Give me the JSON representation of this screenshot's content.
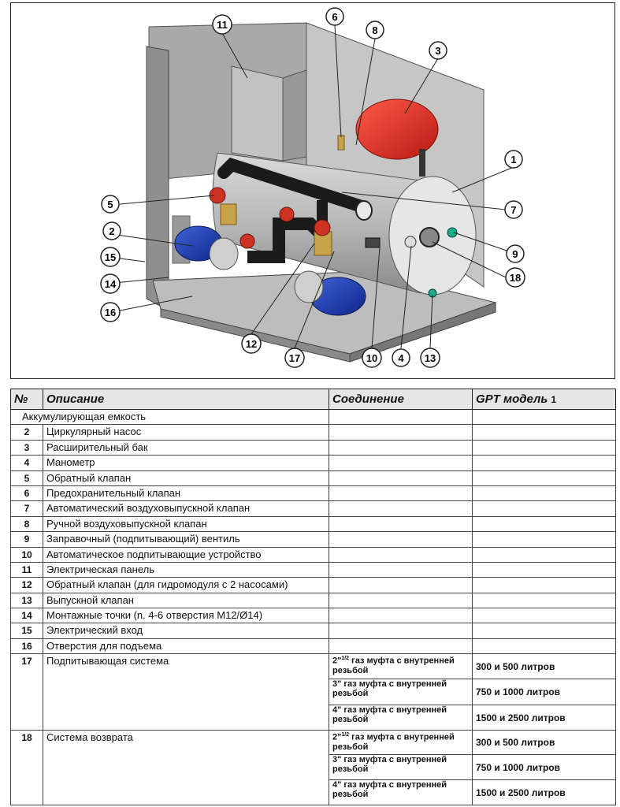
{
  "callouts": [
    "1",
    "2",
    "3",
    "4",
    "5",
    "6",
    "7",
    "8",
    "9",
    "10",
    "11",
    "12",
    "13",
    "14",
    "15",
    "16",
    "17",
    "18"
  ],
  "table": {
    "headers": {
      "num": "№",
      "desc": "Описание",
      "conn": "Соединение",
      "model": "GPT модель",
      "model_sup": "1"
    },
    "rows": [
      {
        "num": "",
        "desc": "Аккумулирующая емкость"
      },
      {
        "num": "2",
        "desc": "Циркулярный насос"
      },
      {
        "num": "3",
        "desc": "Расширительный бак"
      },
      {
        "num": "4",
        "desc": "Манометр"
      },
      {
        "num": "5",
        "desc": "Обратный клапан"
      },
      {
        "num": "6",
        "desc": "Предохранительный клапан"
      },
      {
        "num": "7",
        "desc": "Автоматический воздуховыпускной клапан"
      },
      {
        "num": "8",
        "desc": "Ручной воздуховыпускной клапан"
      },
      {
        "num": "9",
        "desc": "Заправочный (подпитывающий) вентиль"
      },
      {
        "num": "10",
        "desc": "Автоматическое подпитывающие устройство"
      },
      {
        "num": "11",
        "desc": "Электрическая панель"
      },
      {
        "num": "12",
        "desc": "Обратный клапан (для гидромодуля с 2 насосами)"
      },
      {
        "num": "13",
        "desc": "Выпускной клапан"
      },
      {
        "num": "14",
        "desc": "Монтажные точки (n. 4-6 отверстия M12/Ø14)"
      },
      {
        "num": "15",
        "desc": "Электрический вход"
      },
      {
        "num": "16",
        "desc": "Отверстия для подъема"
      }
    ],
    "group17": {
      "num": "17",
      "desc": "Подпитывающая система",
      "items": [
        {
          "conn_size": "2\"",
          "conn_frac": "1/2",
          "conn_text": "газ муфта с внутренней резьбой",
          "model": "300 и 500 литров"
        },
        {
          "conn_size": "3\"",
          "conn_frac": "",
          "conn_text": "газ муфта с внутренней резьбой",
          "model": "750 и 1000 литров"
        },
        {
          "conn_size": "4\"",
          "conn_frac": "",
          "conn_text": "газ муфта с внутренней резьбой",
          "model": "1500 и 2500 литров"
        }
      ]
    },
    "group18": {
      "num": "18",
      "desc": "Система возврата",
      "items": [
        {
          "conn_size": "2\"",
          "conn_frac": "1/2",
          "conn_text": "газ муфта с внутренней резьбой",
          "model": "300 и 500 литров"
        },
        {
          "conn_size": "3\"",
          "conn_frac": "",
          "conn_text": "газ муфта с внутренней резьбой",
          "model": "750 и 1000 литров"
        },
        {
          "conn_size": "4\"",
          "conn_frac": "",
          "conn_text": "газ муфта с внутренней резьбой",
          "model": "1500 и 2500 литров"
        }
      ]
    }
  }
}
